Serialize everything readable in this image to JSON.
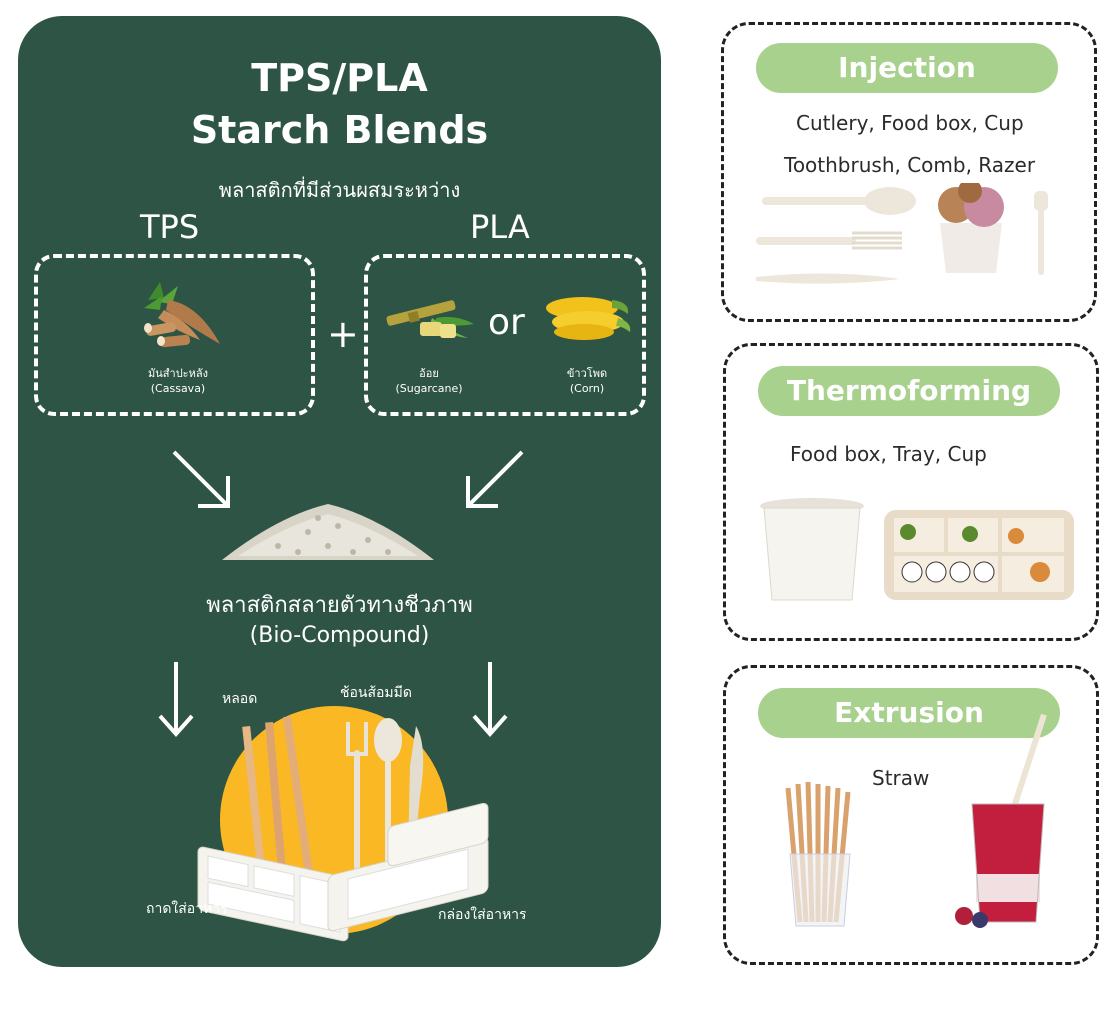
{
  "left": {
    "title_line1": "TPS/PLA",
    "title_line2": "Starch Blends",
    "subtitle_th": "พลาสติกที่มีส่วนผสมระหว่าง",
    "tps_heading": "TPS",
    "pla_heading": "PLA",
    "cassava_th": "มันสำปะหลัง",
    "cassava_en": "(Cassava)",
    "plus": "+",
    "sugarcane_th": "อ้อย",
    "sugarcane_en": "(Sugarcane)",
    "or": "or",
    "corn_th": "ข้าวโพด",
    "corn_en": "(Corn)",
    "compound_th": "พลาสติกสลายตัวทางชีวภาพ",
    "compound_en": "(Bio-Compound)",
    "label_straw": "หลอด",
    "label_cutlery": "ช้อนส้อมมีด",
    "label_tray": "ถาดใส่อาหาร",
    "label_box": "กล่องใส่อาหาร"
  },
  "injection": {
    "title": "Injection",
    "line1": "Cutlery, Food box, Cup",
    "line2": "Toothbrush, Comb,  Razer"
  },
  "thermoforming": {
    "title": "Thermoforming",
    "line1": "Food box, Tray,  Cup"
  },
  "extrusion": {
    "title": "Extrusion",
    "line1": "Straw"
  },
  "colors": {
    "panel_green": "#2e5446",
    "pill_green": "#a9d18e",
    "circle_yellow": "#f9b824"
  }
}
